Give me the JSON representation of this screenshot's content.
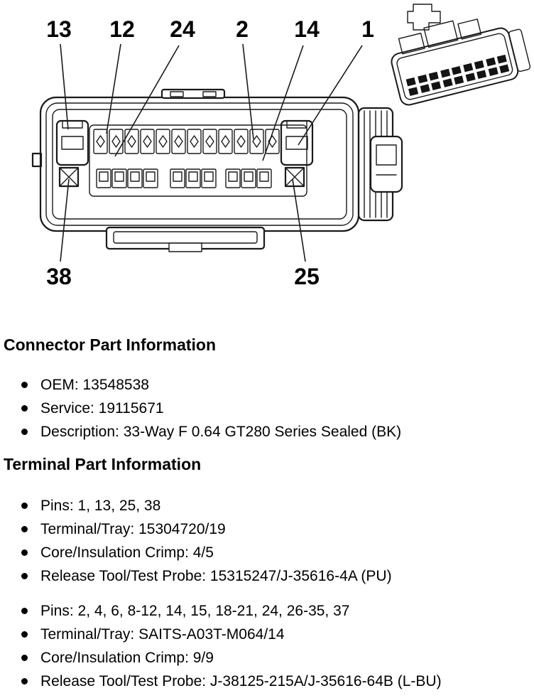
{
  "diagram": {
    "callouts": [
      {
        "label": "13"
      },
      {
        "label": "12"
      },
      {
        "label": "24"
      },
      {
        "label": "2"
      },
      {
        "label": "14"
      },
      {
        "label": "1"
      },
      {
        "label": "38"
      },
      {
        "label": "25"
      }
    ]
  },
  "sections": [
    {
      "title": "Connector Part Information",
      "groups": [
        {
          "items": [
            "OEM: 13548538",
            "Service: 19115671",
            "Description: 33-Way F 0.64 GT280 Series Sealed (BK)"
          ]
        }
      ]
    },
    {
      "title": "Terminal Part Information",
      "groups": [
        {
          "items": [
            "Pins: 1, 13, 25, 38",
            "Terminal/Tray: 15304720/19",
            "Core/Insulation Crimp: 4/5",
            "Release Tool/Test Probe: 15315247/J-35616-4A (PU)"
          ]
        },
        {
          "items": [
            "Pins: 2, 4, 6, 8-12, 14, 15, 18-21, 24, 26-35, 37",
            "Terminal/Tray: SAITS-A03T-M064/14",
            "Core/Insulation Crimp: 9/9",
            "Release Tool/Test Probe: J-38125-215A/J-35616-64B (L-BU)"
          ]
        }
      ]
    }
  ]
}
